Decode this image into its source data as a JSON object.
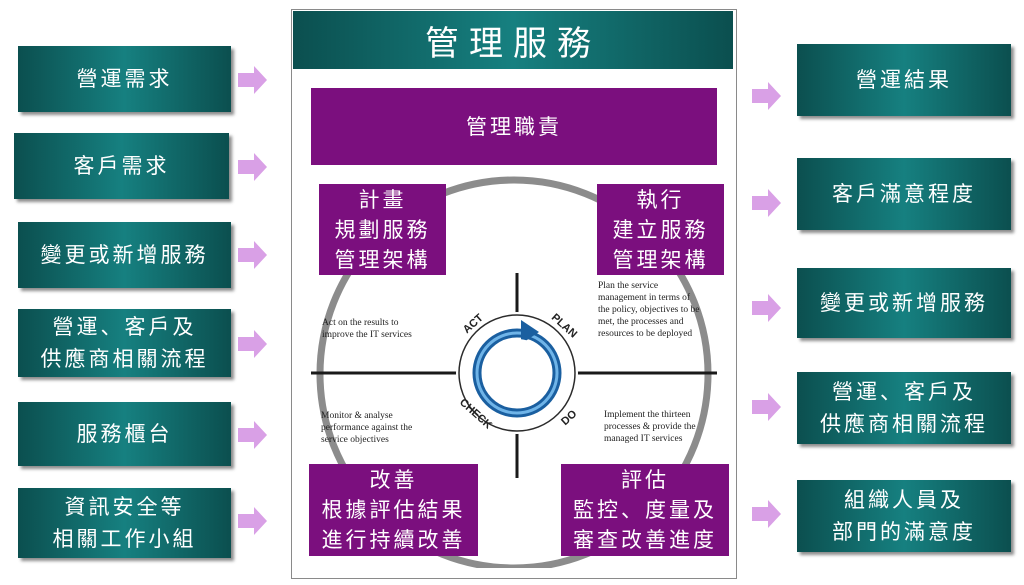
{
  "title": "管理服務",
  "responsibility": "管理職責",
  "inputs": [
    "營運需求",
    "客戶需求",
    "變更或新增服務",
    "營運、客戶及\n供應商相關流程",
    "服務櫃台",
    "資訊安全等\n相關工作小組"
  ],
  "outputs": [
    "營運結果",
    "客戶滿意程度",
    "變更或新增服務",
    "營運、客戶及\n供應商相關流程",
    "組織人員及\n部門的滿意度"
  ],
  "quadrants": {
    "plan": "計畫\n規劃服務\n管理架構",
    "do": "執行\n建立服務\n管理架構",
    "act": "改善\n根據評估結果\n進行持續改善",
    "check": "評估\n監控、度量及\n審查改善進度"
  },
  "cycle_labels": {
    "act": "ACT",
    "plan": "PLAN",
    "check": "CHECK",
    "do": "DO"
  },
  "notes": {
    "act": "Act on the results to\nimprove the IT services",
    "plan": "Plan the service\nmanagement in terms of\nthe policy, objectives to be\nmet, the processes and\nresources to be deployed",
    "check": "Monitor & analyse\nperformance against the\nservice objectives",
    "do": "Implement the thirteen\nprocesses & provide the\nmanaged IT services"
  },
  "colors": {
    "teal": "#127070",
    "purple": "#7b0f7e",
    "arrow": "#d9a0e6",
    "ring": "#8c8c8c",
    "cycle_blue": "#1a5fa0"
  }
}
